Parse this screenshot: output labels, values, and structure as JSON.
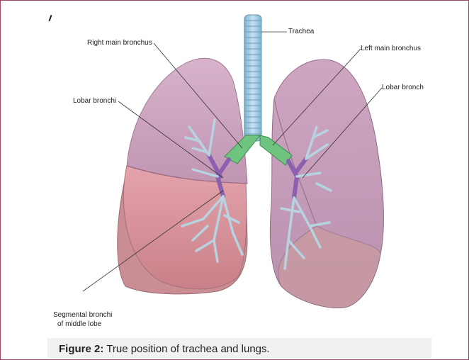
{
  "labels": {
    "trachea": "Trachea",
    "right_main_bronchus": "Right main bronchus",
    "left_main_bronchus": "Left main bronchus",
    "lobar_bronchi": "Lobar bronchi",
    "lobar_bronch": "Lobar bronch",
    "segmental_line1": "Segmental bronchi",
    "segmental_line2": "of middle lobe"
  },
  "caption": {
    "label": "Figure 2:",
    "text": "True position of trachea and lungs."
  },
  "colors": {
    "frame_border": "#a0446a",
    "lung_upper": "#c9a3bd",
    "lung_lower": "#d98f9a",
    "trachea": "#9cc8e0",
    "main_bronchi": "#6fc47f",
    "lobar": "#8d5fb0",
    "bronchial_tree": "#b7d2e0"
  }
}
